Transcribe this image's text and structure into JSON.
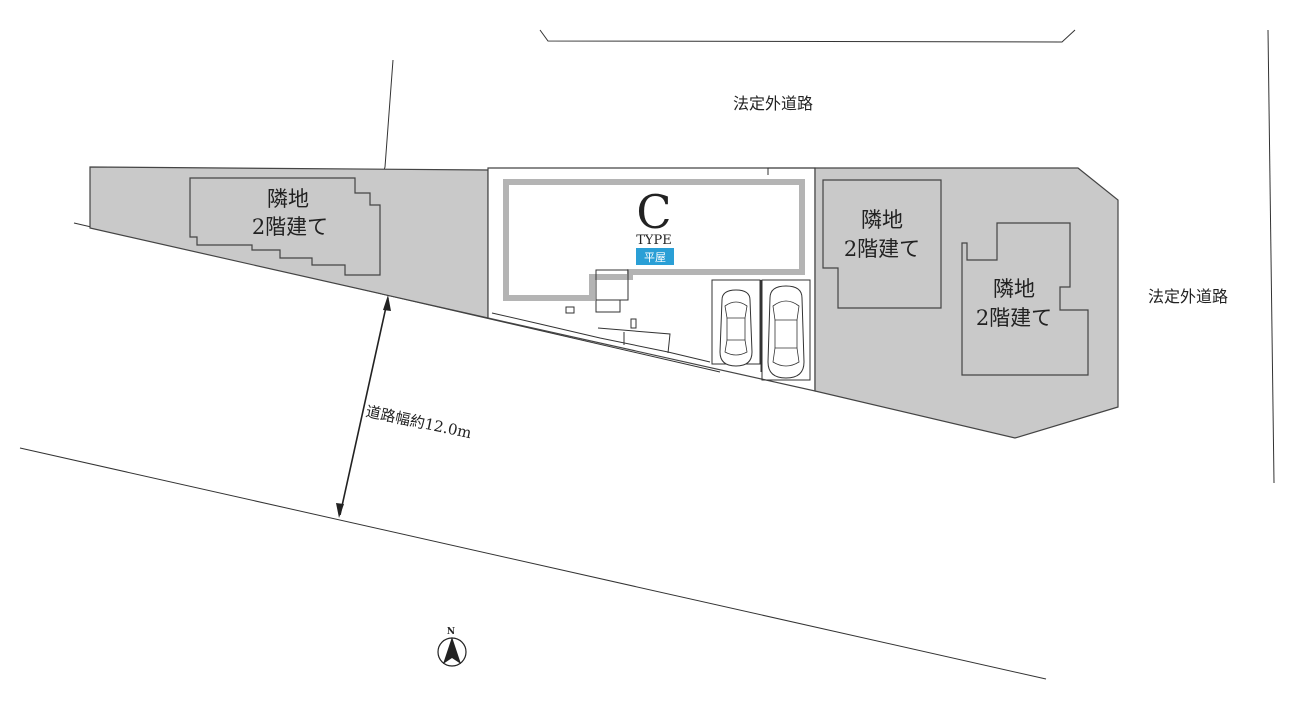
{
  "roads": {
    "top_label": "法定外道路",
    "right_label": "法定外道路",
    "width_label": "道路幅約12.0m"
  },
  "neighbors": [
    {
      "line1": "隣地",
      "line2": "2階建て"
    },
    {
      "line1": "隣地",
      "line2": "2階建て"
    },
    {
      "line1": "隣地",
      "line2": "2階建て"
    }
  ],
  "house": {
    "type_letter": "C",
    "type_word": "TYPE",
    "badge": "平屋",
    "badge_color": "#2a9fd6"
  },
  "compass": {
    "north_label": "N"
  },
  "colors": {
    "neighbor_fill": "#c9c9c9",
    "house_outline": "#b4b4b4"
  }
}
